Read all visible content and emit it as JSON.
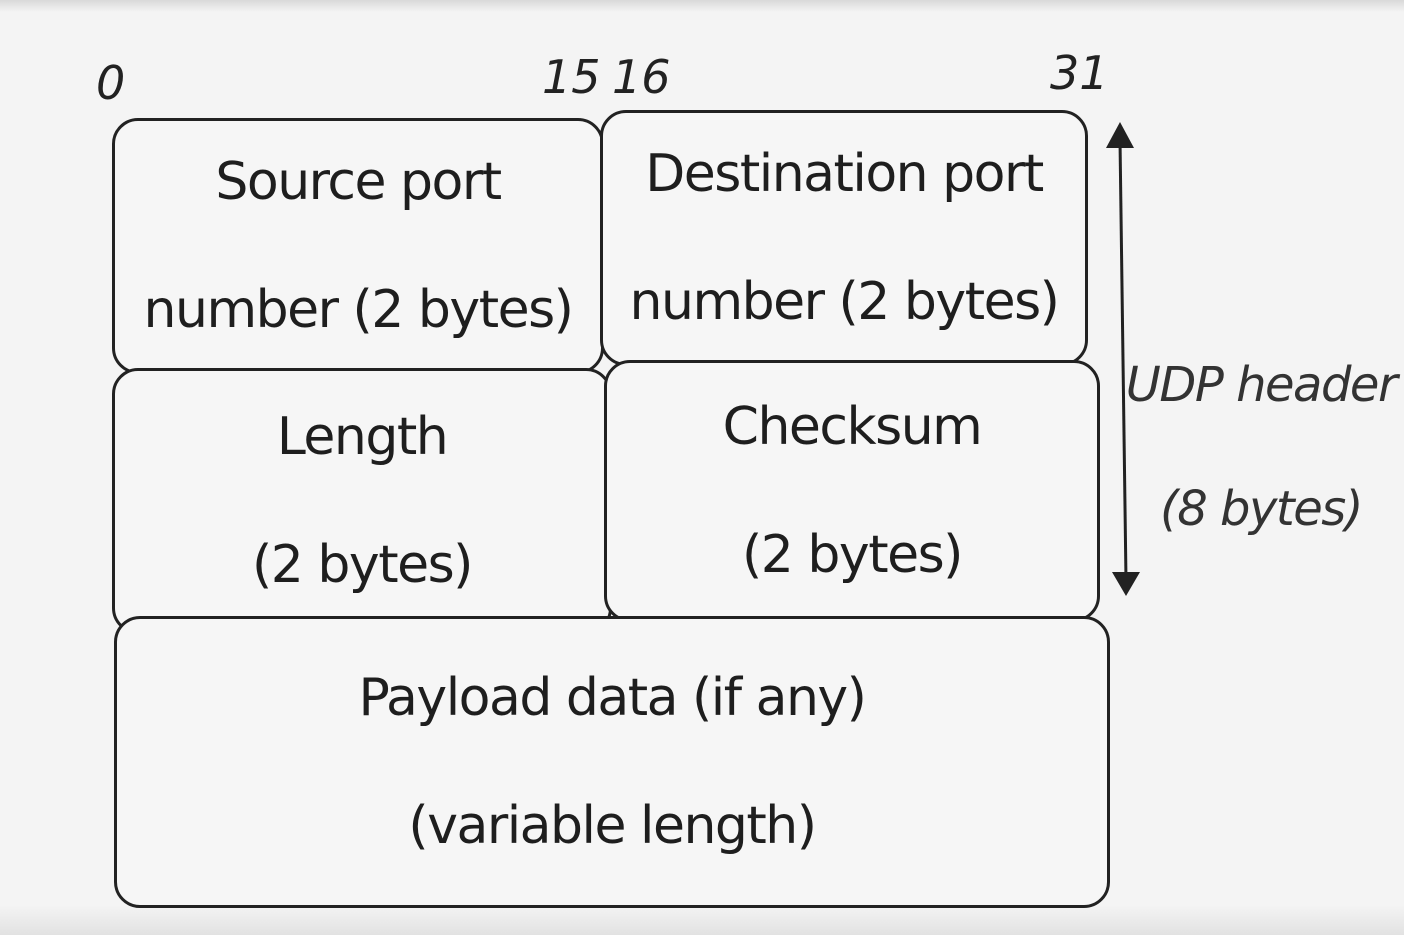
{
  "bit_labels": {
    "start": "0",
    "first_half_end": "15",
    "second_half_start": "16",
    "end": "31"
  },
  "fields": {
    "source_port": {
      "line1": "Source port",
      "line2": "number (2 bytes)"
    },
    "destination_port": {
      "line1": "Destination port",
      "line2": "number (2 bytes)"
    },
    "length": {
      "line1": "Length",
      "line2": "(2 bytes)"
    },
    "checksum": {
      "line1": "Checksum",
      "line2": "(2 bytes)"
    },
    "payload": {
      "line1": "Payload data (if any)",
      "line2": "(variable length)"
    }
  },
  "header_annotation": {
    "line1": "UDP header",
    "line2": "(8 bytes)",
    "arrow_icon": "double-headed-vertical-arrow"
  }
}
